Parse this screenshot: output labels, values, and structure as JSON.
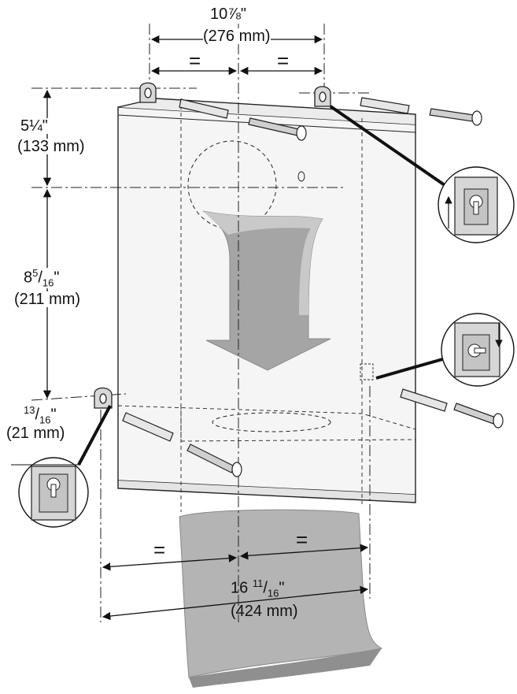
{
  "dimensions": {
    "top_width": {
      "imperial": "10⅞\"",
      "metric": "(276 mm)"
    },
    "upper_height": {
      "imperial": "5¼\"",
      "metric": "(133 mm)"
    },
    "middle_height": {
      "imperial_whole": "8",
      "imperial_num": "5",
      "imperial_den": "16",
      "imperial_unit": "\"",
      "metric": "(211 mm)"
    },
    "bottom_offset": {
      "imperial_num": "13",
      "imperial_den": "16",
      "imperial_unit": "\"",
      "metric": "(21 mm)"
    },
    "bottom_width": {
      "imperial_whole": "16",
      "imperial_num": "11",
      "imperial_den": "16",
      "imperial_unit": "\"",
      "metric": "(424 mm)"
    }
  },
  "equal_marks": {
    "symbol": "="
  },
  "colors": {
    "line": "#111111",
    "arrow_fill": "#9a9a9a",
    "towel_fill": "#b4b4b4",
    "towel_shadow": "#8f8f8f",
    "box_fill": "#f4f4f4"
  },
  "icons": [
    "keyhole-bracket-icon",
    "wall-anchor-icon",
    "screw-icon",
    "down-arrow-icon"
  ]
}
